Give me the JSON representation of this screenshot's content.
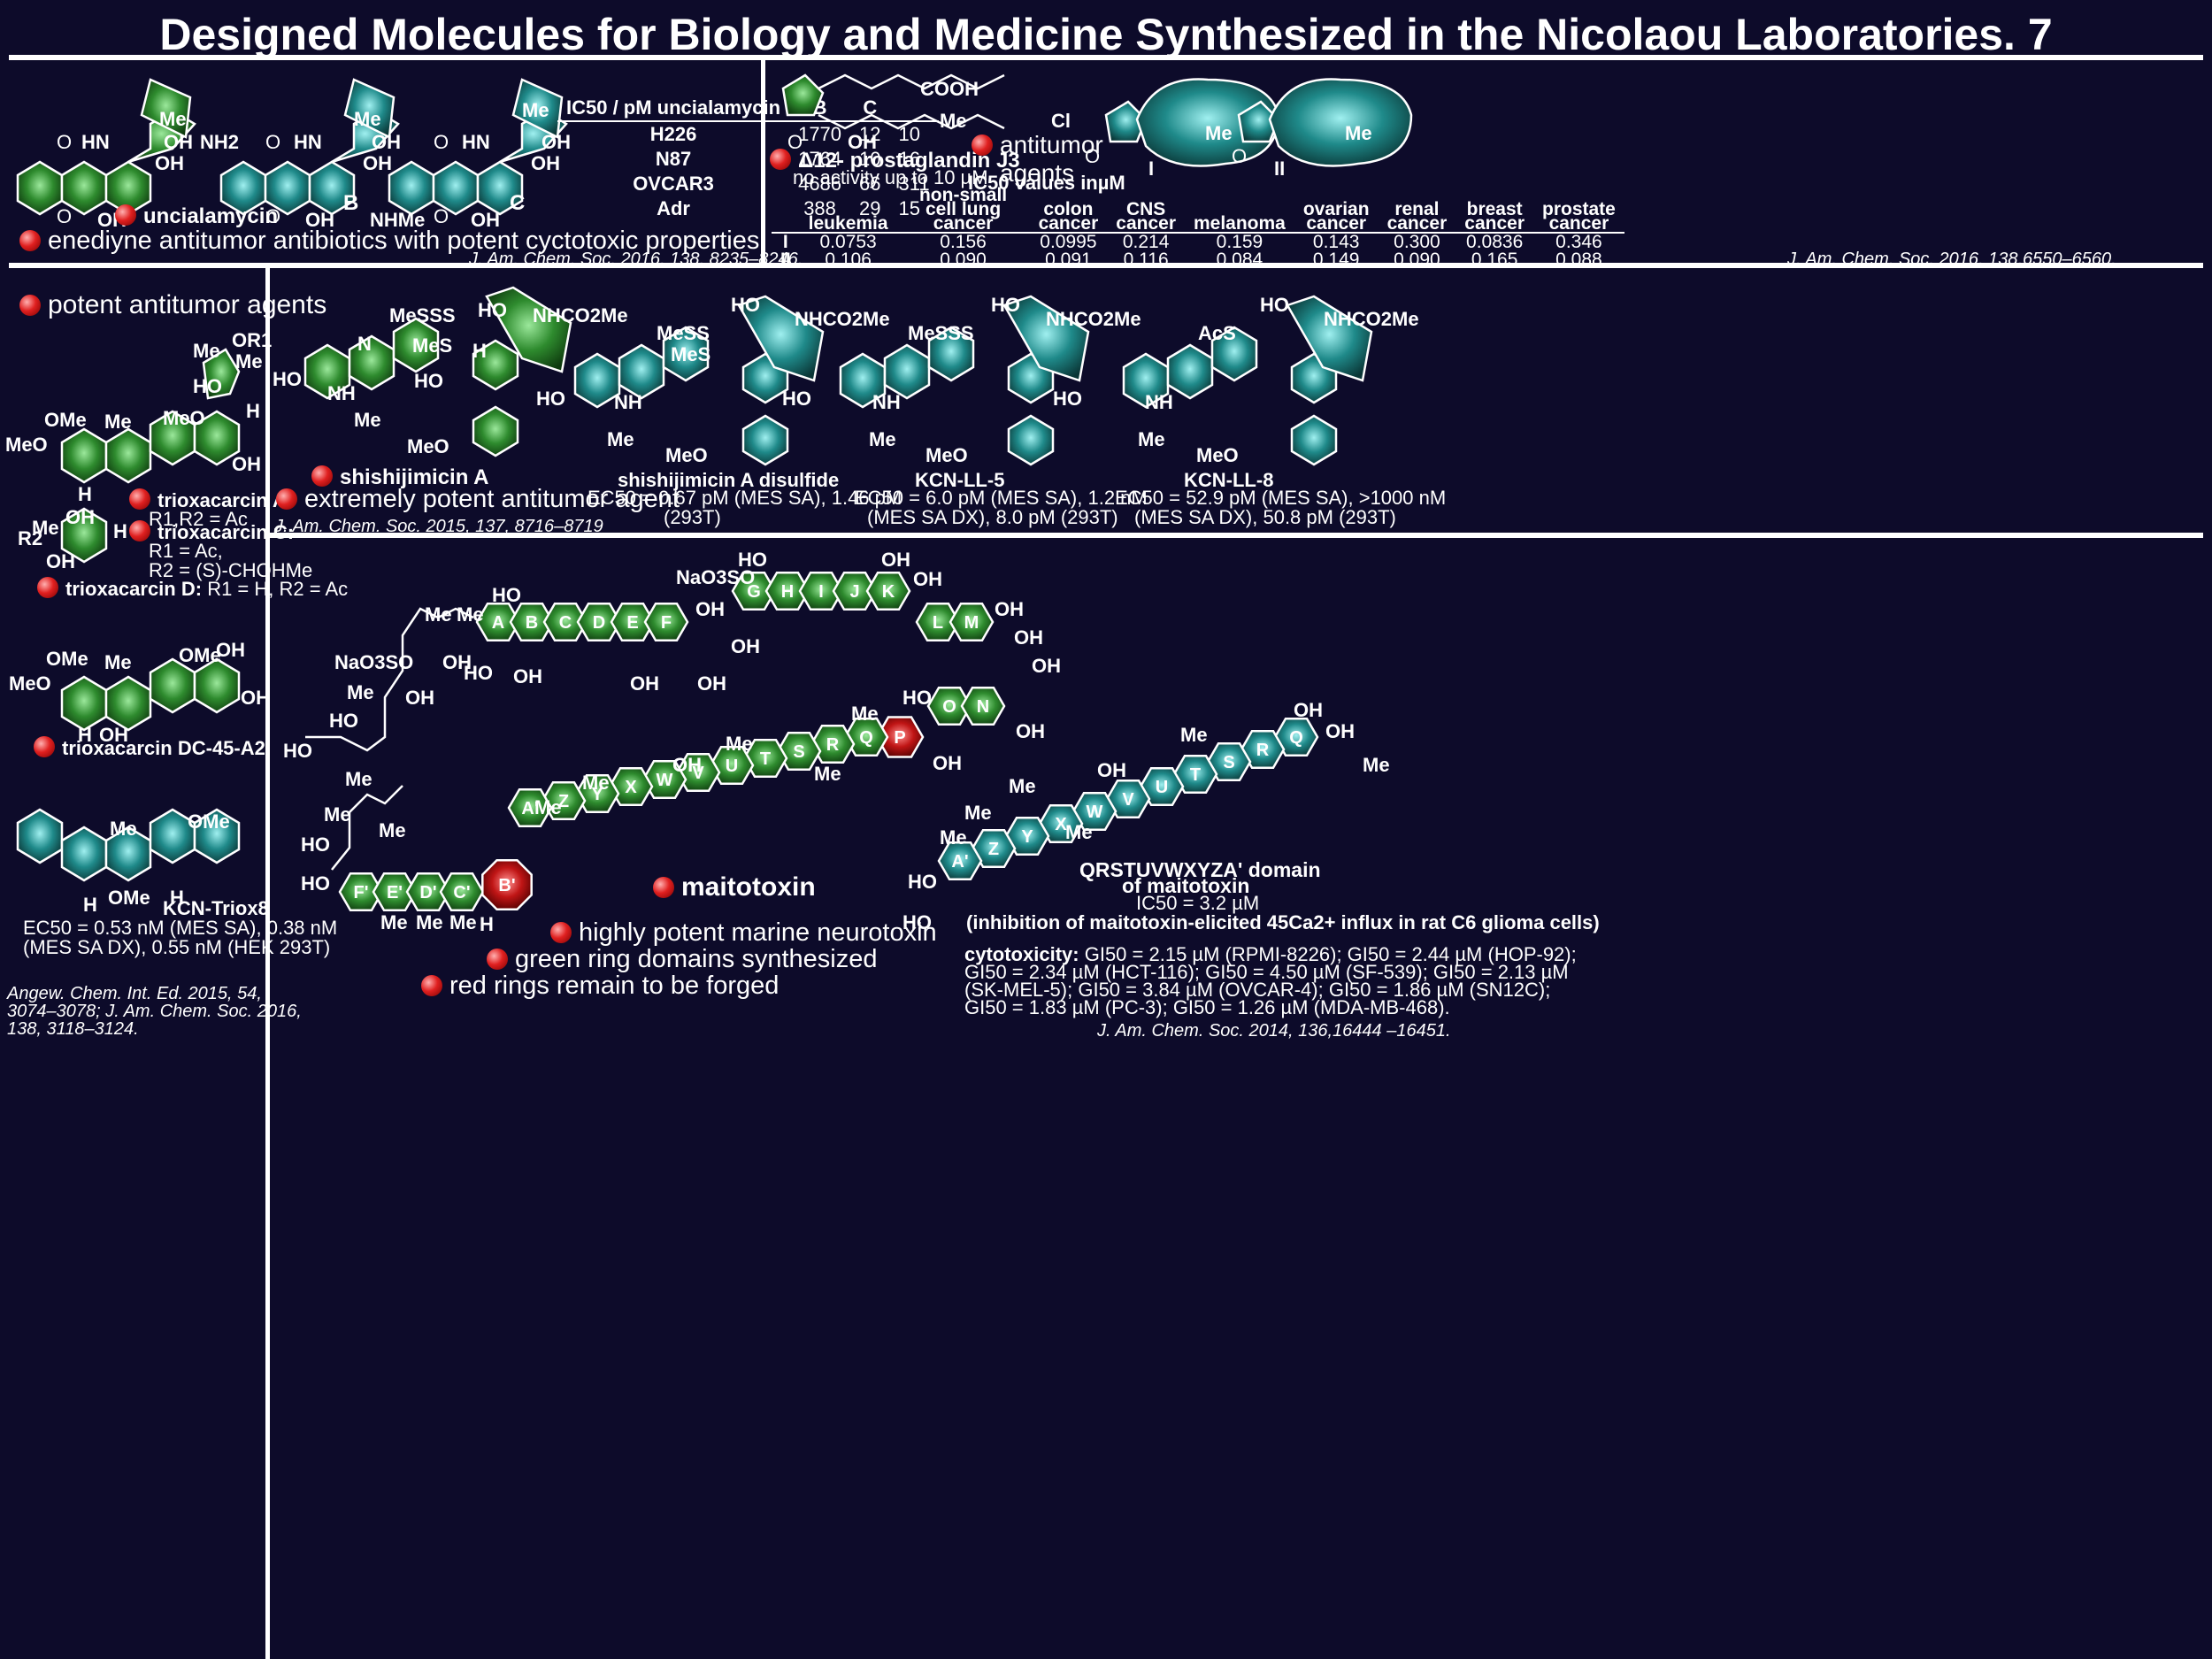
{
  "title": "Designed Molecules for Biology and Medicine Synthesized in the Nicolaou Laboratories. 7",
  "colors": {
    "background": "#0d0b2a",
    "green_ring": "#2e8b2e",
    "teal_ring": "#1f8a8a",
    "red_ring": "#b01010",
    "text": "#ffffff"
  },
  "panel1": {
    "compound_name": "uncialamycin",
    "labels": {
      "B": "B",
      "C": "C"
    },
    "atoms": {
      "oh": "OH",
      "hn": "HN",
      "me": "Me",
      "o": "O",
      "nh2": "NH2",
      "nhme": "NHMe",
      "oprime": "O"
    },
    "table": {
      "header": [
        "IC50 / pM uncialamycin",
        "B",
        "C"
      ],
      "rows": [
        [
          "H226",
          "1770",
          "12",
          "10"
        ],
        [
          "N87",
          "1764",
          "10",
          "16"
        ],
        [
          "OVCAR3",
          "4686",
          "66",
          "311"
        ],
        [
          "Adr",
          "388",
          "29",
          "15"
        ]
      ]
    },
    "bullet_text": "enediyne antitumor antibiotics with potent cyctotoxic properties",
    "reference": "J. Am. Chem. Soc. 2016, 138, 8235–8246."
  },
  "panel2": {
    "prostaglandin": "Δ12- prostaglandin J3",
    "prostaglandin_note": "no activity up to 10 µM",
    "atoms": {
      "cooh": "COOH",
      "oh": "OH",
      "me": "Me",
      "cl": "Cl",
      "o": "O"
    },
    "bullet_text": "antitumor agents",
    "ic50_caption": "IC50 values inµM",
    "labels": {
      "I": "I",
      "II": "II"
    },
    "table": {
      "header": [
        "",
        "leukemia",
        "non-small cell lung cancer",
        "colon cancer",
        "CNS cancer",
        "melanoma",
        "ovarian cancer",
        "renal cancer",
        "breast cancer",
        "prostate cancer"
      ],
      "rows": [
        [
          "I",
          "0.0753",
          "0.156",
          "0.0995",
          "0.214",
          "0.159",
          "0.143",
          "0.300",
          "0.0836",
          "0.346"
        ],
        [
          "II",
          "0.106",
          "0.090",
          "0.091",
          "0.116",
          "0.084",
          "0.149",
          "0.090",
          "0.165",
          "0.088"
        ]
      ]
    },
    "reference": "J. Am. Chem. Soc. 2016, 138,6550–6560."
  },
  "panel3": {
    "bullet_text": "potent antitumor agents",
    "atoms": {
      "ome": "OMe",
      "meo": "MeO",
      "me": "Me",
      "oh": "OH",
      "ho": "HO",
      "h": "H",
      "r1": "OR1",
      "r2": "R2",
      "o": "O"
    },
    "trioxacarcin_a": "trioxacarcin A:",
    "trioxacarcin_a_r": "R1,R2 = Ac",
    "trioxacarcin_c": "trioxacarcin C:",
    "trioxacarcin_c_r1": "R1 = Ac,",
    "trioxacarcin_c_r2": "R2 = (S)-CHOHMe",
    "trioxacarcin_d": "trioxacarcin D:",
    "trioxacarcin_d_r": "R1 = H, R2 = Ac",
    "dc45": "trioxacarcin DC-45-A2",
    "triox8": "KCN-Triox8",
    "triox8_ec50_1": "EC50 = 0.53 nM (MES SA), 0.38 nM",
    "triox8_ec50_2": "(MES SA DX), 0.55 nM (HEK 293T)",
    "reference_1": "Angew. Chem. Int. Ed. 2015, 54,",
    "reference_2": "3074–3078; J. Am. Chem. Soc. 2016,",
    "reference_3": "138, 3118–3124."
  },
  "panel4": {
    "atoms": {
      "messs": "MeSSS",
      "mess": "MeSS",
      "acs": "AcS",
      "ho": "HO",
      "nhco2me": "NHCO2Me",
      "o": "O",
      "n": "N",
      "nh": "NH",
      "mes": "MeS",
      "me": "Me",
      "meo": "MeO",
      "h": "H"
    },
    "shishijimicin_a": "shishijimicin A",
    "bullet_text": "extremely potent antitumor agent",
    "disulfide_name": "shishijimicin A disulfide",
    "disulfide_ec50_1": "EC50 = 0.67 pM (MES SA), 1.46 pM",
    "disulfide_ec50_2": "(293T)",
    "kcn5_name": "KCN-LL-5",
    "kcn5_ec50_1": "EC50 = 6.0 pM (MES SA), 1.2 nM",
    "kcn5_ec50_2": "(MES SA DX), 8.0 pM (293T)",
    "kcn8_name": "KCN-LL-8",
    "kcn8_ec50_1": "EC50 = 52.9 pM (MES SA), >1000 nM",
    "kcn8_ec50_2": "(MES SA DX), 50.8 pM (293T)",
    "reference": "J. Am. Chem. Soc. 2015, 137, 8716–8719"
  },
  "panel5": {
    "rings_top": [
      "A",
      "B",
      "C",
      "D",
      "E",
      "F"
    ],
    "rings_top2": [
      "G",
      "H",
      "I",
      "J",
      "K"
    ],
    "rings_lm": [
      "L",
      "M"
    ],
    "rings_mid": [
      "O",
      "N"
    ],
    "rings_p": "P",
    "rings_mid2": [
      "Q",
      "R",
      "S",
      "T",
      "U",
      "V",
      "W",
      "X",
      "Y",
      "Z",
      "A'"
    ],
    "rings_bottom": [
      "F'",
      "E'",
      "D'",
      "C'"
    ],
    "ring_bprime": "B'",
    "rings_right": [
      "Q",
      "R",
      "S",
      "T",
      "U",
      "V",
      "W",
      "X",
      "Y",
      "Z",
      "A'"
    ],
    "atoms": {
      "naso3so": "NaO3SO",
      "ho": "HO",
      "oh": "OH",
      "me": "Me",
      "h": "H"
    },
    "maitotoxin": "maitotoxin",
    "bullet_1": "highly potent marine neurotoxin",
    "bullet_2": "green ring domains synthesized",
    "bullet_3": "red rings remain to be forged",
    "domain_title_1": "QRSTUVWXYZA' domain",
    "domain_title_2": "of maitotoxin",
    "domain_ic50": "IC50 = 3.2 µM",
    "domain_inhibition": "(inhibition of maitotoxin-elicited 45Ca2+ influx in rat C6 glioma cells)",
    "cytotoxicity_label": "cytotoxicity:",
    "cytotoxicity_1": "GI50 = 2.15 µM (RPMI-8226); GI50 = 2.44 µM (HOP-92);",
    "cytotoxicity_2": "GI50 = 2.34 µM (HCT-116); GI50 = 4.50 µM (SF-539); GI50 = 2.13 µM",
    "cytotoxicity_3": "(SK-MEL-5); GI50 = 3.84 µM (OVCAR-4); GI50 = 1.86 µM (SN12C);",
    "cytotoxicity_4": "GI50 = 1.83 µM (PC-3); GI50 = 1.26 µM (MDA-MB-468).",
    "reference": "J. Am. Chem. Soc. 2014, 136,16444 –16451."
  }
}
